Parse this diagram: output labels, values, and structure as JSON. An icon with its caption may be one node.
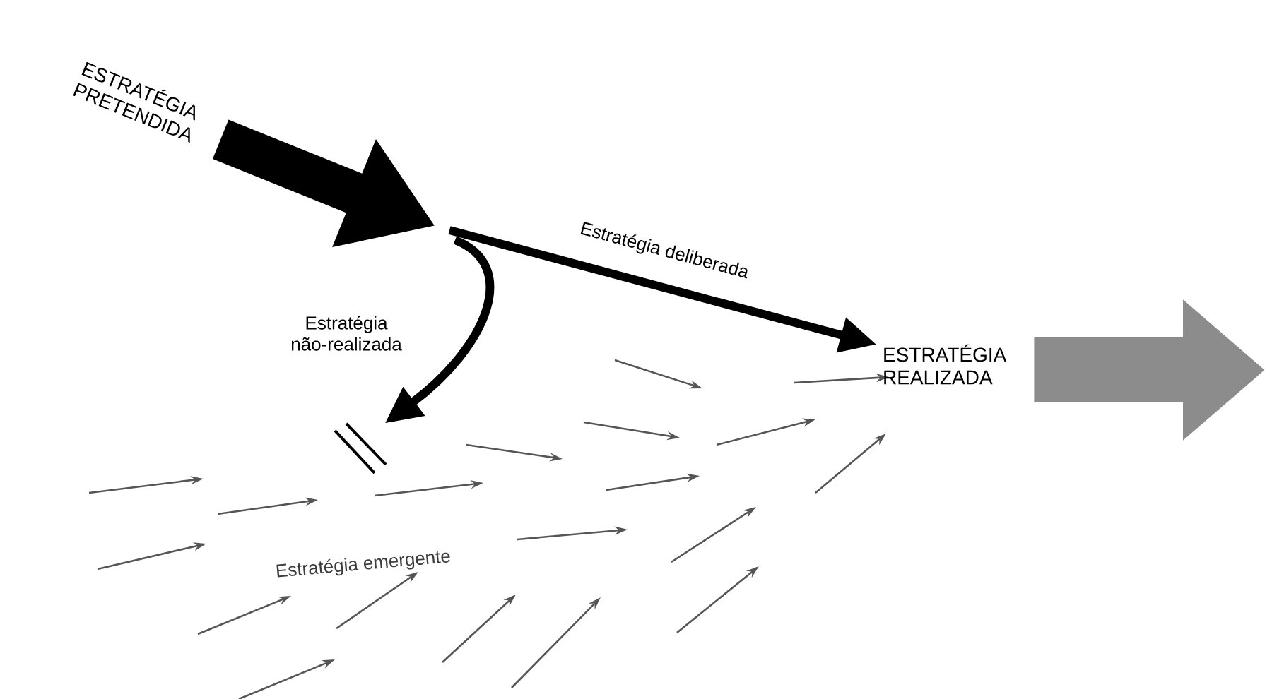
{
  "diagram": {
    "nodes": [
      {
        "text": [
          "ESTRATÉGIA PRETENDIDA"
        ]
      },
      {
        "text": [
          "ESTRATÉGIA REALIZADA"
        ]
      },
      {
        "text": [],
        "shape": "bar"
      }
    ],
    "edges": [
      {
        "from": 0,
        "to": null,
        "arrow": "to",
        "style": "thick"
      },
      {
        "from": null,
        "to": 1,
        "arrow": "to",
        "label": "Estratégia deliberada"
      },
      {
        "from": null,
        "to": 2,
        "arrow": "to",
        "label": "Estratégia não-realizada"
      },
      {
        "from": 1,
        "to": null,
        "arrow": "to",
        "style": "thick",
        "color": "#8c8c8c"
      }
    ],
    "labels": [
      "Estratégia emergente"
    ]
  }
}
